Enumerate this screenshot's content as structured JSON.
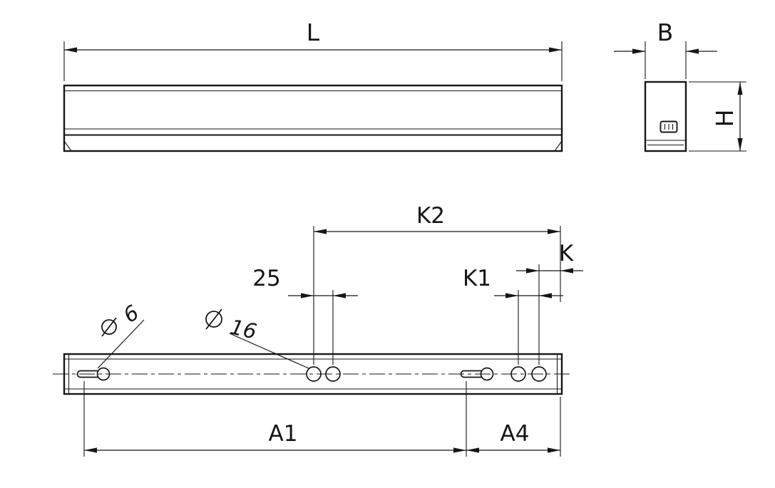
{
  "drawing": {
    "background": "#ffffff",
    "line_color": "#161616",
    "labels": {
      "length": "L",
      "width": "B",
      "height": "H",
      "k2": "K2",
      "k": "K",
      "k1": "K1",
      "mid_hole_spacing": "25",
      "slot_diameter": "6",
      "hole_diameter": "16",
      "a1": "A1",
      "a4": "A4"
    },
    "icons": {
      "diameter_symbol": "diameter-icon"
    }
  }
}
